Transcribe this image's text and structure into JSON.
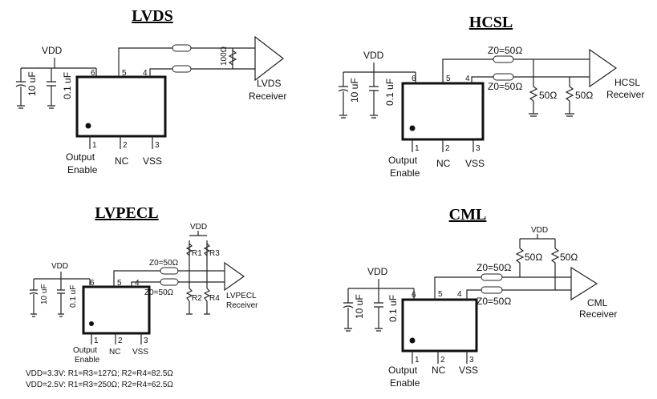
{
  "diagrams": [
    {
      "title": "LVDS",
      "vdd": "VDD",
      "caps": [
        "10 uF",
        "0.1 uF"
      ],
      "pins": {
        "p1": "1",
        "p2": "2",
        "p3": "3",
        "p4": "4",
        "p5": "5",
        "p6": "6"
      },
      "pin_labels": {
        "output": "Output",
        "enable": "Enable",
        "nc": "NC",
        "vss": "VSS"
      },
      "termination": "100Ω",
      "receiver": [
        "LVDS",
        "Receiver"
      ]
    },
    {
      "title": "HCSL",
      "vdd": "VDD",
      "caps": [
        "10 uF",
        "0.1 uF"
      ],
      "pins": {
        "p1": "1",
        "p2": "2",
        "p3": "3",
        "p4": "4",
        "p5": "5",
        "p6": "6"
      },
      "pin_labels": {
        "output": "Output",
        "enable": "Enable",
        "nc": "NC",
        "vss": "VSS"
      },
      "z0": "Z0=50Ω",
      "resistors": [
        "50Ω",
        "50Ω"
      ],
      "receiver": [
        "HCSL",
        "Receiver"
      ]
    },
    {
      "title": "LVPECL",
      "vdd": "VDD",
      "vdd_top": "VDD",
      "caps": [
        "10 uF",
        "0.1 uF"
      ],
      "pins": {
        "p1": "1",
        "p2": "2",
        "p3": "3",
        "p4": "4",
        "p5": "5",
        "p6": "6"
      },
      "pin_labels": {
        "output": "Output",
        "enable": "Enable",
        "nc": "NC",
        "vss": "VSS"
      },
      "z0": "Z0=50Ω",
      "resistors": [
        "R1",
        "R3",
        "R2",
        "R4"
      ],
      "receiver": [
        "LVPECL",
        "Receiver"
      ],
      "notes": [
        "VDD=3.3V:  R1=R3=127Ω;  R2=R4=82.5Ω",
        "VDD=2.5V:  R1=R3=250Ω;  R2=R4=62.5Ω"
      ]
    },
    {
      "title": "CML",
      "vdd": "VDD",
      "vdd_top": "VDD",
      "caps": [
        "10 uF",
        "0.1 uF"
      ],
      "pins": {
        "p1": "1",
        "p2": "2",
        "p3": "3",
        "p4": "4",
        "p5": "5",
        "p6": "6"
      },
      "pin_labels": {
        "output": "Output",
        "enable": "Enable",
        "nc": "NC",
        "vss": "VSS"
      },
      "z0": "Z0=50Ω",
      "resistors": [
        "50Ω",
        "50Ω"
      ],
      "receiver": [
        "CML",
        "Receiver"
      ]
    }
  ]
}
